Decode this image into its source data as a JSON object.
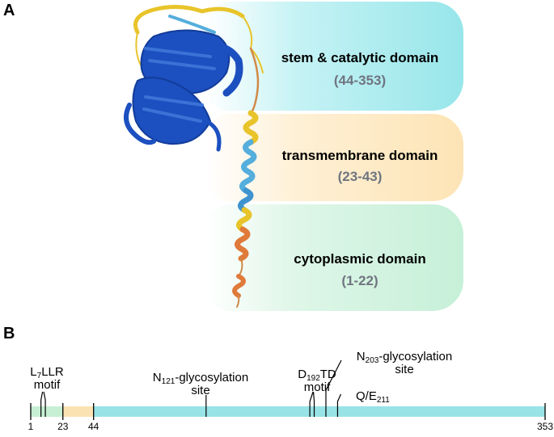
{
  "panels": {
    "a": "A",
    "b": "B"
  },
  "domains": [
    {
      "name": "stem & catalytic domain",
      "range": "(44-353)",
      "color": "#97e6ea"
    },
    {
      "name": "transmembrane domain",
      "range": "(23-43)",
      "color": "#fde4b5"
    },
    {
      "name": "cytoplasmic domain",
      "range": "(1-22)",
      "color": "#c6f0d8"
    }
  ],
  "sequence_map": {
    "length": 353,
    "segments": [
      {
        "start": 1,
        "end": 22,
        "color": "#c6efd4"
      },
      {
        "start": 23,
        "end": 43,
        "color": "#fbe2b3"
      },
      {
        "start": 44,
        "end": 353,
        "color": "#98e3e6"
      }
    ],
    "ticks": [
      "1",
      "23",
      "44",
      "353"
    ],
    "tick_positions": [
      1,
      23,
      44,
      353
    ],
    "features": {
      "l7llr": {
        "pre": "L",
        "sub": "7",
        "post": "LLR",
        "line2": "motif",
        "residues": [
          8,
          11
        ]
      },
      "n121": {
        "pre": "N",
        "sub": "121",
        "post": "-glycosylation",
        "line2": "site",
        "residue": 121
      },
      "d192": {
        "pre": "D",
        "sub": "192",
        "post": "TD",
        "line2": "motif",
        "residues": [
          192,
          195
        ]
      },
      "n203": {
        "pre": "N",
        "sub": "203",
        "post": "-glycosylation",
        "line2": "site",
        "residue": 203
      },
      "qe211": {
        "pre": "Q/E",
        "sub": "211",
        "residue": 211
      }
    }
  },
  "colors": {
    "helix_yellow": "#e8c42a",
    "helix_blue": "#55aedc",
    "helix_orange": "#e07a3a",
    "fold_blue": "#1c4fbf"
  }
}
